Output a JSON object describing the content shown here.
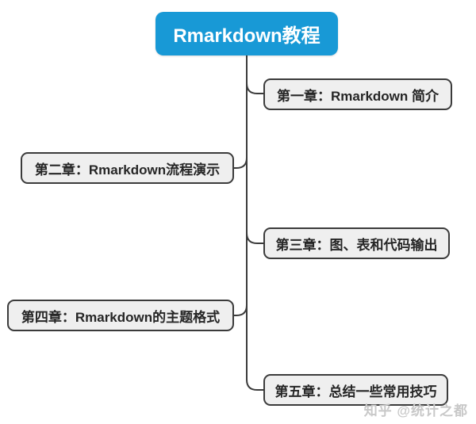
{
  "title": {
    "label": "Rmarkdown教程"
  },
  "nodes": [
    {
      "label": "第一章：Rmarkdown 简介",
      "side": "right"
    },
    {
      "label": "第二章：Rmarkdown流程演示",
      "side": "left"
    },
    {
      "label": "第三章：图、表和代码输出",
      "side": "right"
    },
    {
      "label": "第四章：Rmarkdown的主题格式",
      "side": "left"
    },
    {
      "label": "第五章：总结一些常用技巧",
      "side": "right"
    }
  ],
  "watermark": {
    "label": "知乎 @统计之都"
  },
  "colors": {
    "background": "#ffffff",
    "root_bg": "#1899d6",
    "root_text": "#ffffff",
    "node_bg": "#efefef",
    "node_border": "#3b3b3b",
    "node_text": "#262626",
    "connector": "#3b3b3b",
    "watermark": "#c8c8c8"
  }
}
